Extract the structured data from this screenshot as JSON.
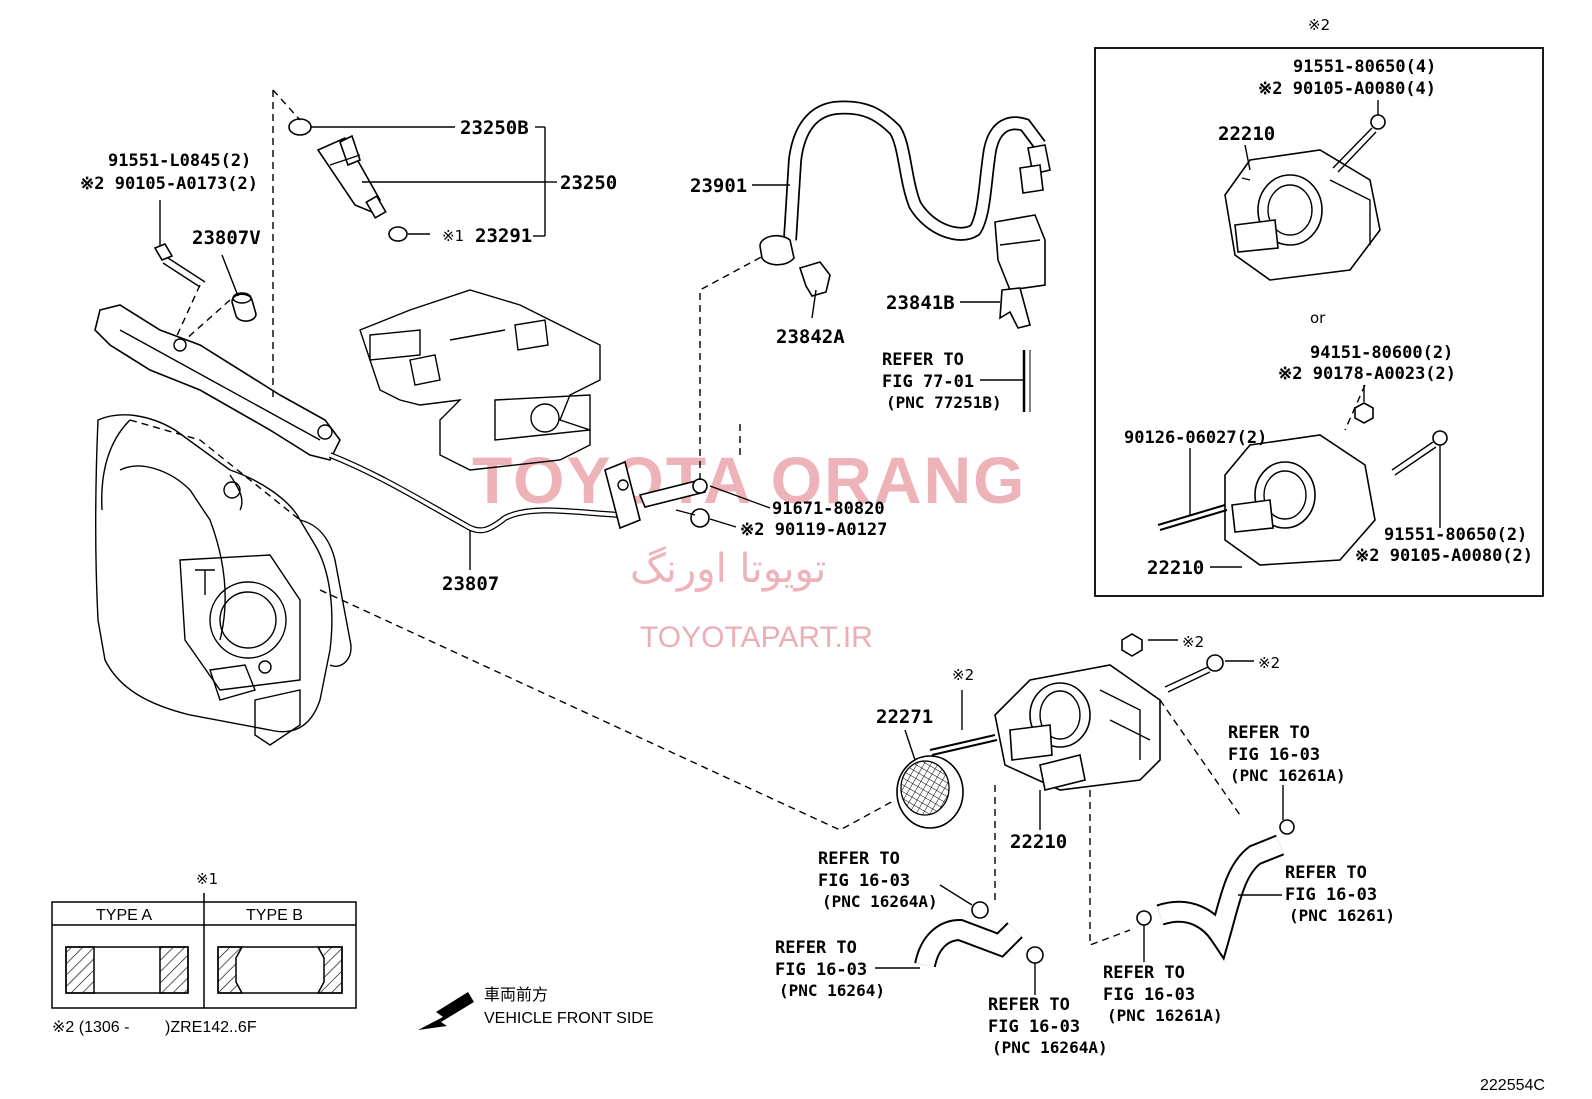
{
  "labels": {
    "p23250B": "23250B",
    "p23250": "23250",
    "p23291": "23291",
    "mark1_23291": "※1",
    "p91551_L0845": "91551-L0845(2)",
    "p90105_A0173": "※2 90105-A0173(2)",
    "p23807V": "23807V",
    "p23807": "23807",
    "p23901": "23901",
    "p23842A": "23842A",
    "p23841B": "23841B",
    "p91671": "91671-80820",
    "p90119": "※2 90119-A0127",
    "p22271": "22271",
    "p22210_main": "22210",
    "mark2_stud": "※2",
    "mark2_nut": "※2",
    "mark2_bolt": "※2"
  },
  "refers": {
    "r77_l1": "REFER TO",
    "r77_l2": "FIG 77-01",
    "r77_l3": "(PNC 77251B)",
    "r16261A_top_l1": "REFER TO",
    "r16261A_top_l2": "FIG 16-03",
    "r16261A_top_l3": "(PNC 16261A)",
    "r16264A_left_l1": "REFER TO",
    "r16264A_left_l2": "FIG 16-03",
    "r16264A_left_l3": "(PNC 16264A)",
    "r16261_l1": "REFER TO",
    "r16261_l2": "FIG 16-03",
    "r16261_l3": "(PNC 16261)",
    "r16264_l1": "REFER TO",
    "r16264_l2": "FIG 16-03",
    "r16264_l3": "(PNC 16264)",
    "r16261A_bot_l1": "REFER TO",
    "r16261A_bot_l2": "FIG 16-03",
    "r16261A_bot_l3": "(PNC 16261A)",
    "r16264A_bot_l1": "REFER TO",
    "r16264A_bot_l2": "FIG 16-03",
    "r16264A_bot_l3": "(PNC 16264A)"
  },
  "inset": {
    "mark": "※2",
    "b1": "91551-80650(4)",
    "b2": "※2 90105-A0080(4)",
    "p22210_top": "22210",
    "or": "or",
    "n1": "94151-80600(2)",
    "n2": "※2 90178-A0023(2)",
    "s1": "90126-06027(2)",
    "b3": "91551-80650(2)",
    "b4": "※2 90105-A0080(2)",
    "p22210_bot": "22210"
  },
  "type_table": {
    "mark": "※1",
    "type_a": "TYPE A",
    "type_b": "TYPE B",
    "footnote": "※2 (1306 -        )ZRE142..6F"
  },
  "direction": {
    "jp": "車両前方",
    "en": "VEHICLE FRONT SIDE"
  },
  "watermark": {
    "title": "TOYOTA ORANG",
    "farsi": "تویوتا اورنگ",
    "url": "TOYOTAPART.IR"
  },
  "figure_code": "222554C",
  "colors": {
    "ink": "#000000",
    "watermark": "#e79aa2"
  }
}
